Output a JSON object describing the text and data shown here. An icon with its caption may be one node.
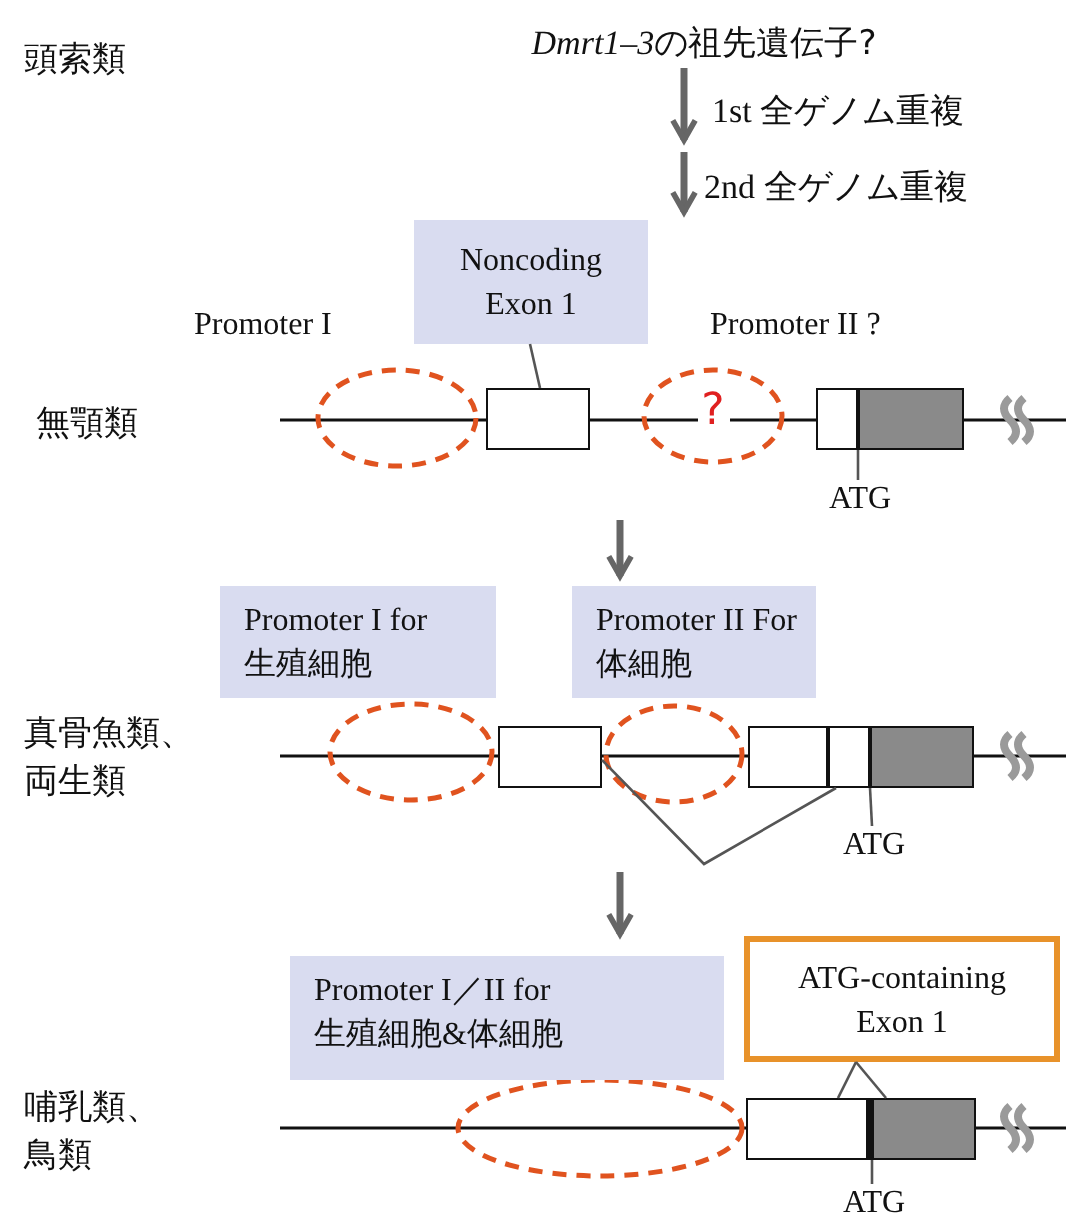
{
  "diagram": {
    "nodes": [
      {
        "text": [
          "Dmrt1–3の祖先遺伝子?"
        ]
      },
      {
        "text": [],
        "shape": "band"
      },
      {
        "text": [
          "Noncoding Exon 1"
        ],
        "in": 1
      },
      {
        "text": [],
        "shape": "ellipse",
        "in": 1,
        "beside": [
          "Promoter I"
        ]
      },
      {
        "text": [],
        "shape": "box",
        "in": 1
      },
      {
        "text": [
          "?"
        ],
        "in": 1,
        "beside": [
          "Promoter II ?"
        ]
      },
      {
        "text": [],
        "shape": "box",
        "in": 1
      },
      {
        "text": [],
        "shape": "box",
        "in": 1
      },
      {
        "text": [
          "ATG"
        ],
        "in": 1
      },
      {
        "text": [],
        "shape": "band"
      },
      {
        "text": [
          "Promoter I for 生殖細胞"
        ],
        "in": 9
      },
      {
        "text": [
          "Promoter II For 体細胞"
        ],
        "in": 9
      },
      {
        "text": [],
        "shape": "ellipse",
        "in": 9
      },
      {
        "text": [],
        "shape": "box",
        "in": 9
      },
      {
        "text": [],
        "shape": "ellipse",
        "in": 9
      },
      {
        "text": [],
        "shape": "box",
        "in": 9
      },
      {
        "text": [],
        "shape": "box",
        "in": 9
      },
      {
        "text": [],
        "shape": "box",
        "in": 9
      },
      {
        "text": [
          "ATG"
        ],
        "in": 9
      },
      {
        "text": [],
        "shape": "band"
      },
      {
        "text": [
          "Promoter I／II for 生殖細胞&体細胞"
        ],
        "in": 19
      },
      {
        "text": [
          "ATG-containing Exon 1"
        ],
        "in": 19
      },
      {
        "text": [],
        "shape": "ellipse",
        "in": 19
      },
      {
        "text": [],
        "shape": "box",
        "in": 19
      },
      {
        "text": [],
        "shape": "box",
        "in": 19
      },
      {
        "text": [
          "ATG"
        ],
        "in": 19
      }
    ],
    "edges": [
      {
        "from": 0,
        "to": null,
        "arrow": "to",
        "label": "1st 全ゲノム重複",
        "style": "thick"
      },
      {
        "from": null,
        "to": 1,
        "arrow": "to",
        "label": "2nd 全ゲノム重複",
        "style": "thick"
      },
      {
        "from": 2,
        "to": 4,
        "arrow": "none"
      },
      {
        "from": 8,
        "to": 6,
        "arrow": "none"
      },
      {
        "from": 1,
        "to": 9,
        "arrow": "to",
        "style": "thick"
      },
      {
        "from": 13,
        "to": 16,
        "arrow": "none"
      },
      {
        "from": 18,
        "to": 16,
        "arrow": "none"
      },
      {
        "from": 9,
        "to": 19,
        "arrow": "to",
        "style": "thick"
      },
      {
        "from": 21,
        "to": 23,
        "arrow": "none"
      },
      {
        "from": 21,
        "to": 24,
        "arrow": "none"
      },
      {
        "from": 25,
        "to": 24,
        "arrow": "none"
      }
    ],
    "labels": [
      "頭索類",
      "無顎類",
      "真骨魚類、両生類",
      "哺乳類、鳥類"
    ]
  }
}
